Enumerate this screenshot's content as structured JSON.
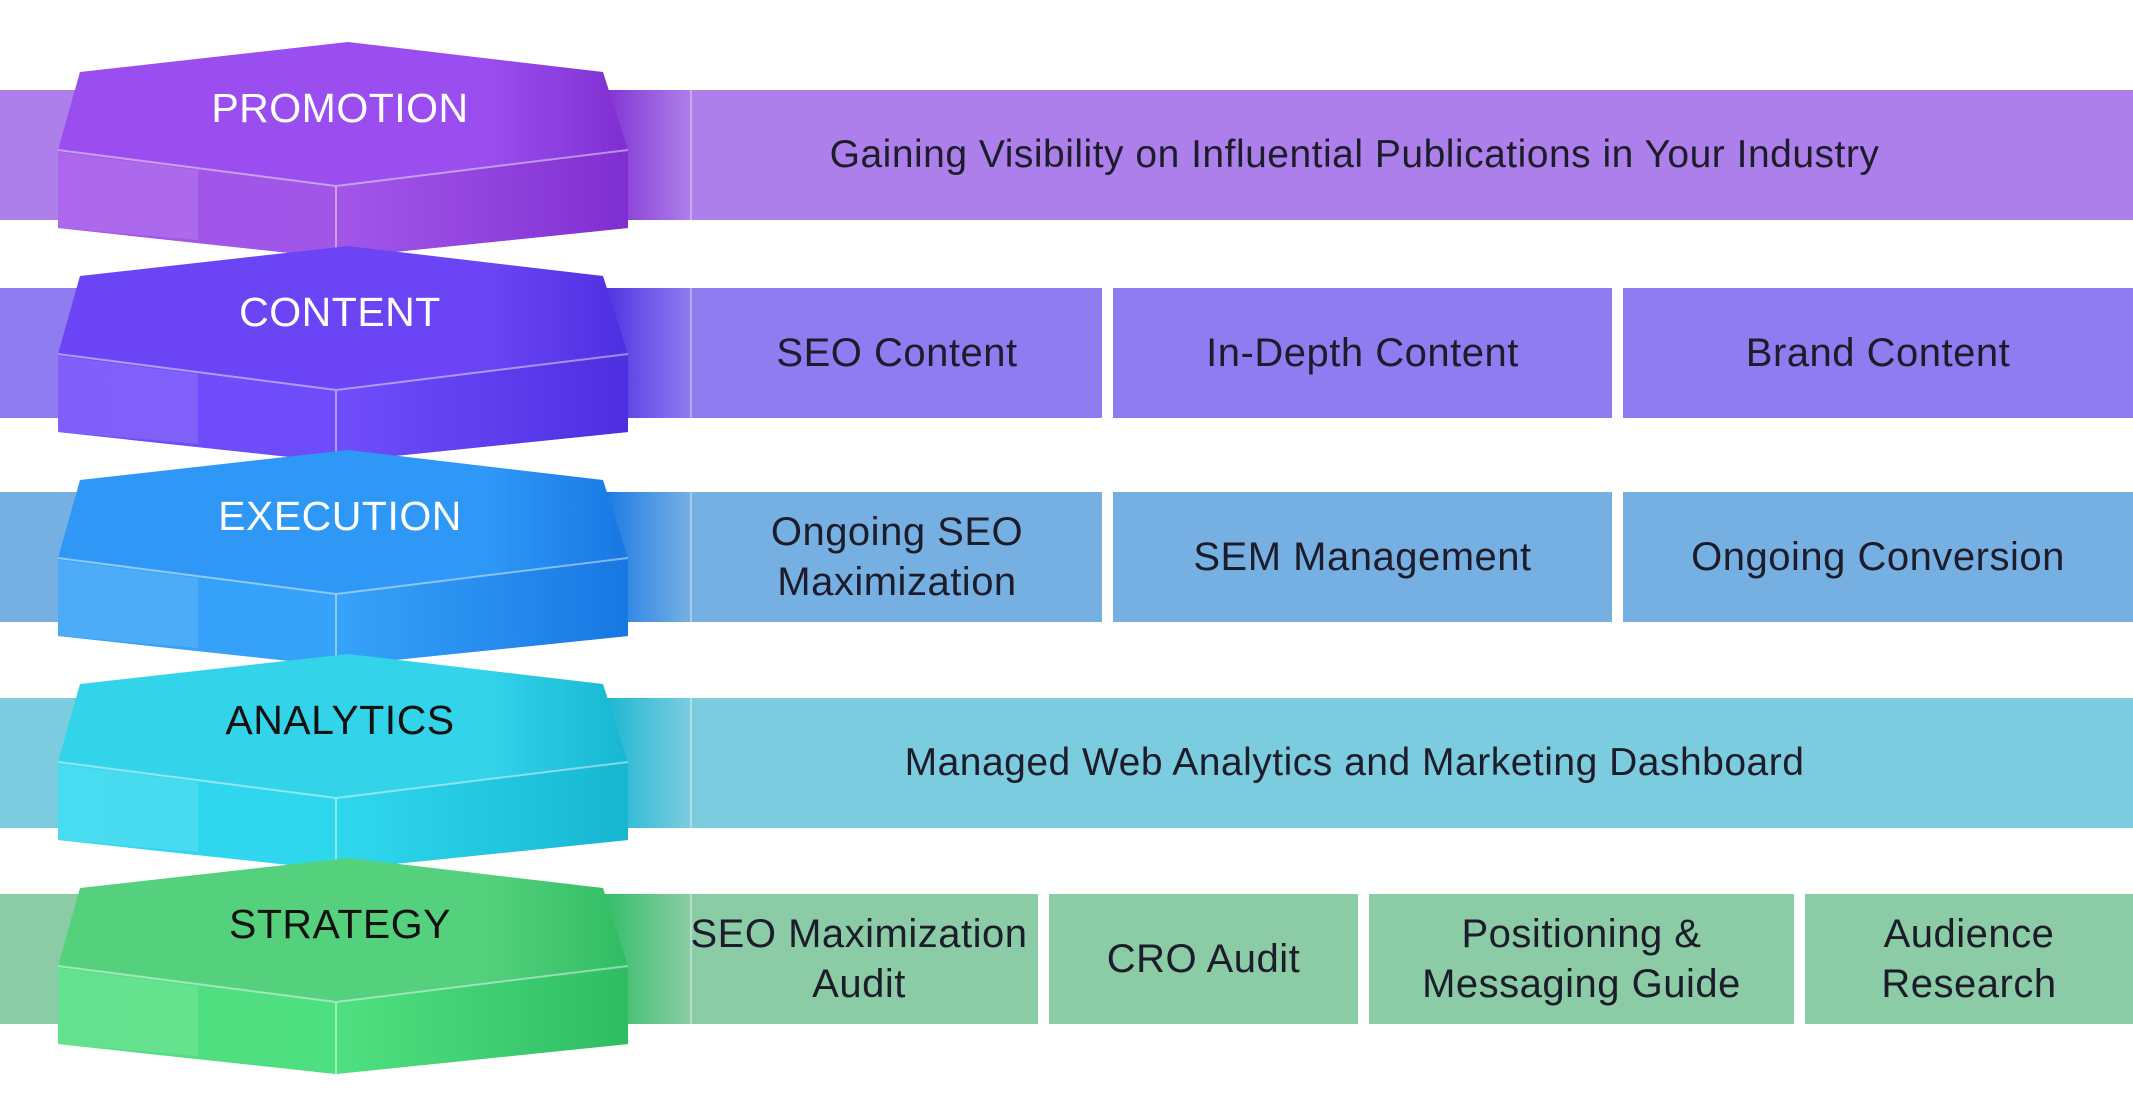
{
  "tiers": [
    {
      "label": "PROMOTION",
      "label_color": "#ffffff",
      "colors": {
        "band": "#ad7fea",
        "hex_top": "#9b4ef0",
        "hex_front": "#a356e8",
        "hex_dark": "#7f2fd0"
      },
      "items": [
        "Gaining Visibility on Influential Publications in Your Industry"
      ]
    },
    {
      "label": "CONTENT",
      "label_color": "#ffffff",
      "colors": {
        "band": "#8e7cf0",
        "hex_top": "#6b45f5",
        "hex_front": "#6f4dfb",
        "hex_dark": "#4d2fe0"
      },
      "items": [
        "SEO Content",
        "In-Depth Content",
        "Brand Content"
      ]
    },
    {
      "label": "EXECUTION",
      "label_color": "#ffffff",
      "colors": {
        "band": "#76b0e3",
        "hex_top": "#2f98f7",
        "hex_front": "#36a2f8",
        "hex_dark": "#1777e3"
      },
      "items": [
        "Ongoing SEO\nMaximization",
        "SEM Management",
        "Ongoing Conversion"
      ]
    },
    {
      "label": "ANALYTICS",
      "label_color": "#111111",
      "colors": {
        "band": "#7cccdf",
        "hex_top": "#33d3ea",
        "hex_front": "#2fd7ee",
        "hex_dark": "#17b6d2"
      },
      "items": [
        "Managed Web Analytics and Marketing Dashboard"
      ]
    },
    {
      "label": "STRATEGY",
      "label_color": "#111111",
      "colors": {
        "band": "#8bcca6",
        "hex_top": "#55d07c",
        "hex_front": "#4ee080",
        "hex_dark": "#2fbd63"
      },
      "items": [
        "SEO Maximization\nAudit",
        "CRO Audit",
        "Positioning &\nMessaging Guide",
        "Audience\nResearch"
      ]
    }
  ]
}
